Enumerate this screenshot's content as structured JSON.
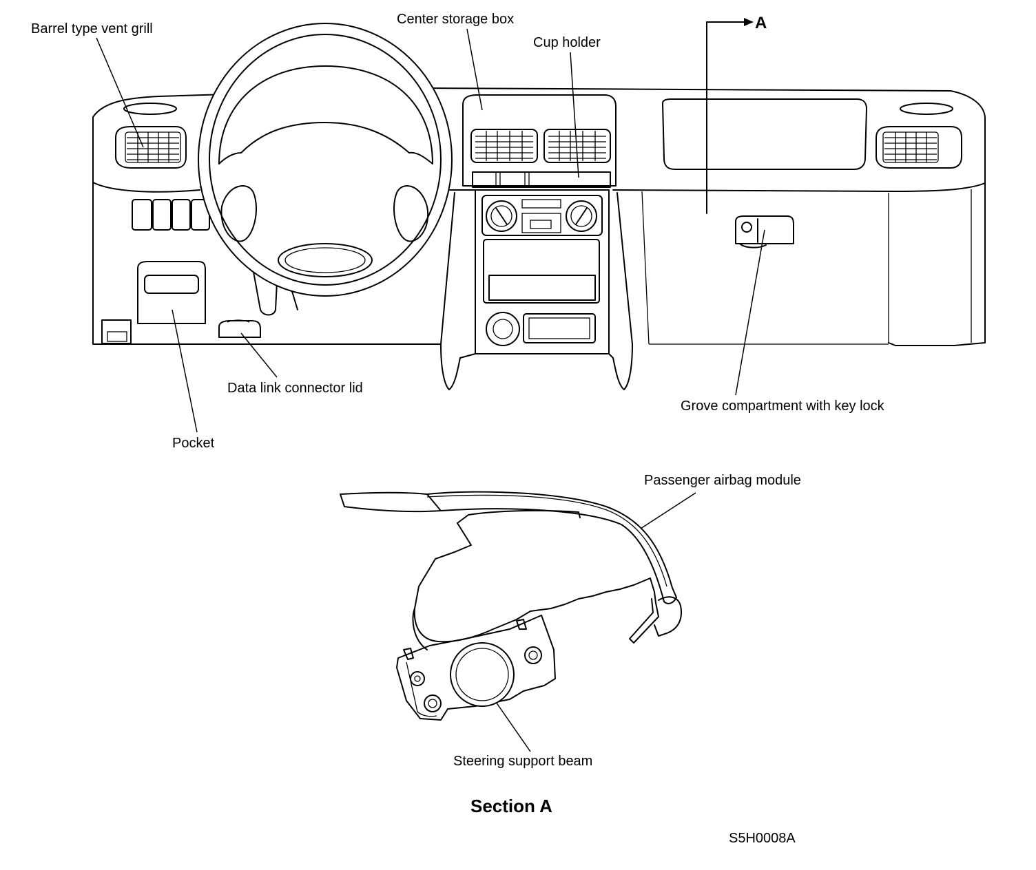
{
  "labels": {
    "barrel_vent": "Barrel type vent grill",
    "center_storage": "Center storage box",
    "cup_holder": "Cup holder",
    "section_marker": "A",
    "data_link": "Data link connector lid",
    "pocket": "Pocket",
    "glove_box": "Grove compartment with key lock",
    "passenger_airbag": "Passenger airbag module",
    "steering_beam": "Steering support beam",
    "section_title": "Section A",
    "figure_code": "S5H0008A"
  }
}
